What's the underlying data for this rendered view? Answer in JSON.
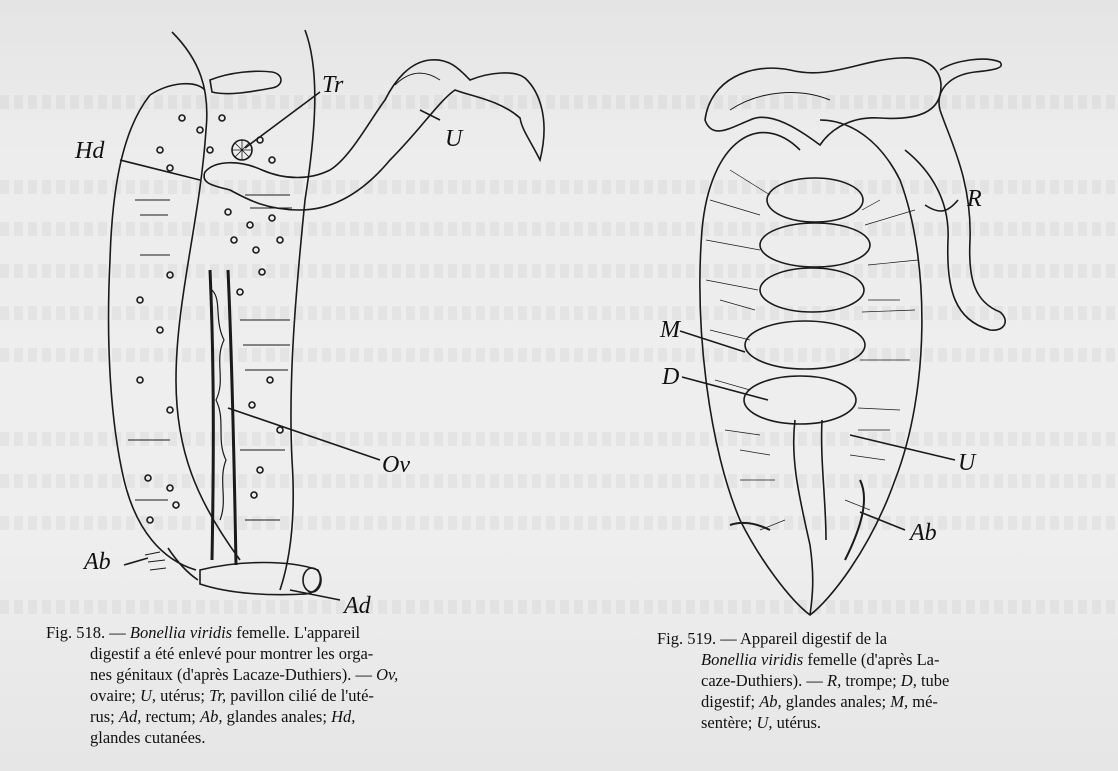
{
  "figure_518": {
    "labels": {
      "tr": "Tr",
      "hd": "Hd",
      "u": "U",
      "ov": "Ov",
      "ab": "Ab",
      "ad": "Ad"
    },
    "caption": {
      "number": "Fig. 518. —",
      "species": "Bonellia viridis",
      "line1_rest": "femelle. L'appareil",
      "line2": "digestif a été enlevé pour montrer les orga-",
      "line3_a": "nes génitaux (d'après Lacaze-Duthiers). —",
      "line3_ov": "Ov,",
      "line4_a": "ovaire;",
      "line4_u": "U,",
      "line4_b": "utérus;",
      "line4_tr": "Tr,",
      "line4_c": "pavillon cilié de l'uté-",
      "line5_a": "rus;",
      "line5_ad": "Ad,",
      "line5_b": "rectum;",
      "line5_ab": "Ab,",
      "line5_c": "glandes anales;",
      "line5_hd": "Hd,",
      "line6": "glandes cutanées."
    }
  },
  "figure_519": {
    "labels": {
      "r": "R",
      "m": "M",
      "d": "D",
      "u": "U",
      "ab": "Ab"
    },
    "caption": {
      "line1": "Fig. 519. — Appareil digestif de la",
      "line2_species": "Bonellia viridis",
      "line2_rest": "femelle (d'après La-",
      "line3_a": "caze-Duthiers). —",
      "line3_r": "R,",
      "line3_b": "trompe;",
      "line3_d": "D,",
      "line3_c": "tube",
      "line4_a": "digestif;",
      "line4_ab": "Ab,",
      "line4_b": "glandes anales;",
      "line4_m": "M,",
      "line4_c": "mé-",
      "line5_a": "sentère;",
      "line5_u": "U,",
      "line5_b": "utérus."
    }
  }
}
